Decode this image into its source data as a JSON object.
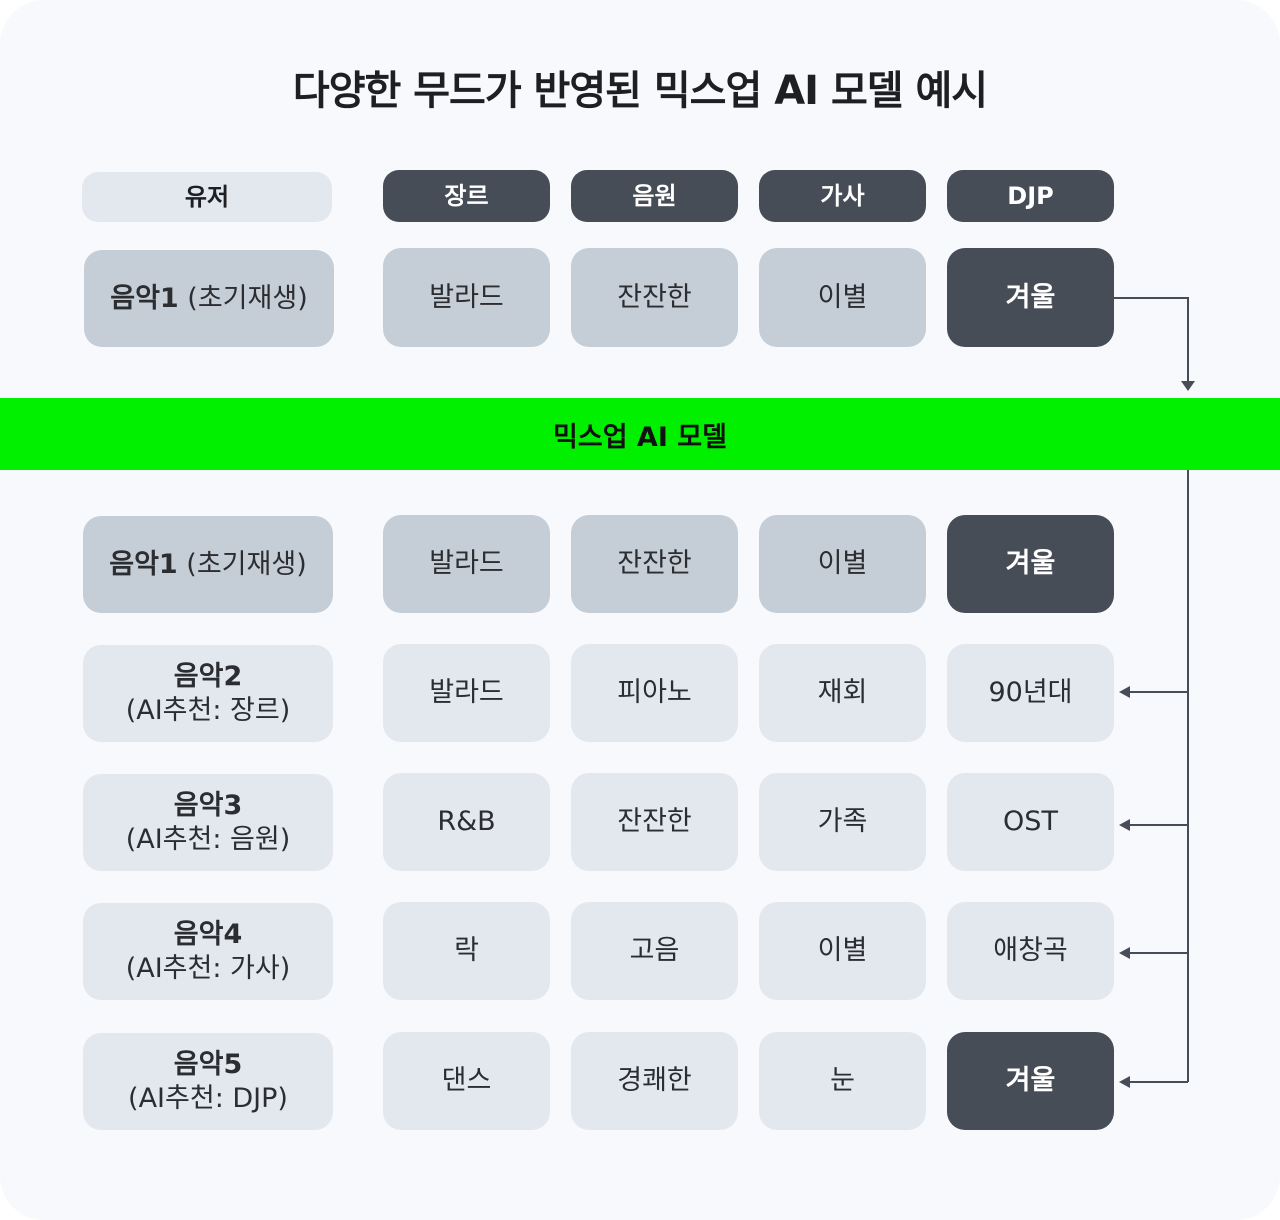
{
  "title": "다양한 무드가 반영된 믹스업 AI 모델 예시",
  "headers": {
    "user": "유저",
    "genre": "장르",
    "source": "음원",
    "lyrics": "가사",
    "djp": "DJP"
  },
  "input_row": {
    "label_bold": "음악1",
    "label_rest": " (초기재생)",
    "cells": [
      "발라드",
      "잔잔한",
      "이별",
      "겨울"
    ]
  },
  "model_band": "믹스업 AI 모델",
  "output_rows": [
    {
      "name": "음악1",
      "sub": " (초기재생)",
      "cells": [
        "발라드",
        "잔잔한",
        "이별",
        "겨울"
      ]
    },
    {
      "name": "음악2",
      "sub": "(AI추천: 장르)",
      "cells": [
        "발라드",
        "피아노",
        "재회",
        "90년대"
      ]
    },
    {
      "name": "음악3",
      "sub": "(AI추천: 음원)",
      "cells": [
        "R&B",
        "잔잔한",
        "가족",
        "OST"
      ]
    },
    {
      "name": "음악4",
      "sub": "(AI추천: 가사)",
      "cells": [
        "락",
        "고음",
        "이별",
        "애창곡"
      ]
    },
    {
      "name": "음악5",
      "sub": "(AI추천: DJP)",
      "cells": [
        "댄스",
        "경쾌한",
        "눈",
        "겨울"
      ]
    }
  ],
  "colors": {
    "accent": "#00f000",
    "dark": "#474d57",
    "mid": "#c5ced7",
    "light": "#e3e8ef",
    "background": "#f8f9fc"
  }
}
